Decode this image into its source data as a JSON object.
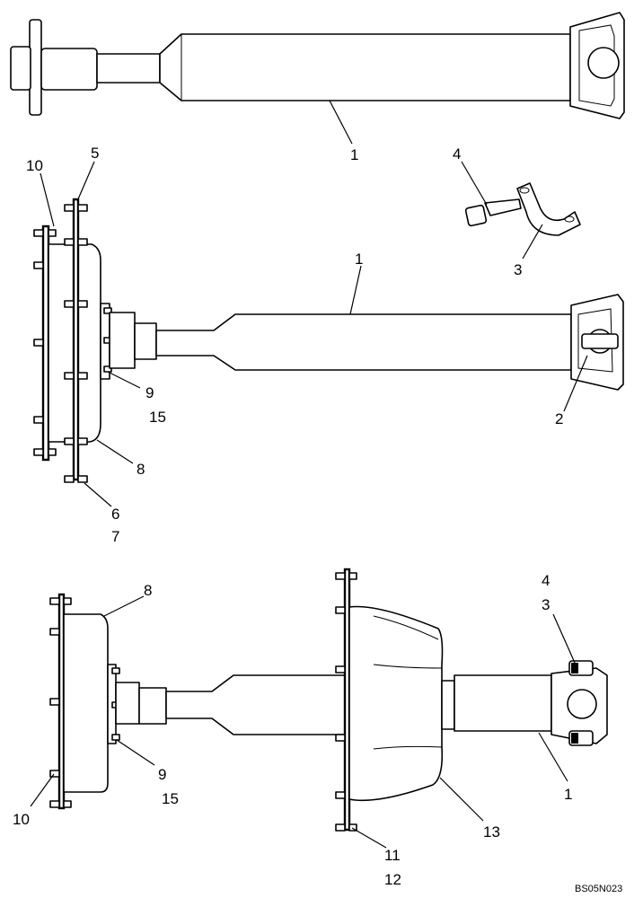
{
  "drawing_code": "BS05N023",
  "callouts": {
    "top_shaft": {
      "c1": "1"
    },
    "middle": {
      "c10": "10",
      "c5": "5",
      "c4": "4",
      "c1": "1",
      "c3": "3",
      "c9": "9",
      "c15": "15",
      "c2": "2",
      "c8": "8",
      "c6": "6",
      "c7": "7"
    },
    "bottom": {
      "c8": "8",
      "c4": "4",
      "c3": "3",
      "c9": "9",
      "c15": "15",
      "c1": "1",
      "c10": "10",
      "c13": "13",
      "c11": "11",
      "c12": "12"
    }
  }
}
